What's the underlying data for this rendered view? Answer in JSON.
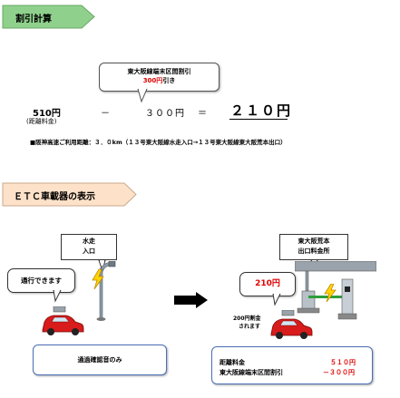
{
  "section1": {
    "title": "割引計算",
    "callout_line1": "東大阪線端末区間割引",
    "callout_line2_red": "300円",
    "callout_line2_suffix": "引き",
    "distance_fee_value": "510円",
    "distance_fee_caption": "(距離料金)",
    "minus_sign": "－",
    "discount_value": "３００円",
    "equals_sign": "＝",
    "result_value": "２１０円",
    "route_note": "■阪神高速ご利用距離：３．０km（１３号東大阪線水走入口→１３号東大阪線東大阪荒本出口）"
  },
  "section2": {
    "title": "ＥＴＣ車載器の表示",
    "entry_box_line1": "水走",
    "entry_box_line2": "入口",
    "exit_box_line1": "東大阪荒本",
    "exit_box_line2": "出口料金所",
    "entry_bubble": "通行できます",
    "exit_bubble": "210円",
    "discount_note_line1": "200円割金",
    "discount_note_line2": "されます",
    "entry_panel_text": "通過確認音のみ",
    "exit_panel_row1_label": "距離料金",
    "exit_panel_row1_value": "５１０円",
    "exit_panel_row2_label": "東大阪線端末区間割引",
    "exit_panel_row2_value": "－３００円"
  },
  "colors": {
    "header_green": "#8fd18c",
    "header_peach": "#fde2c9",
    "red": "#e00000",
    "car_red": "#d81b1b",
    "panel_blue": "#4a6fb5"
  },
  "icons": [
    "lightning-icon",
    "car-icon",
    "antenna-pole-icon",
    "right-arrow-icon",
    "toll-gate-icon"
  ]
}
